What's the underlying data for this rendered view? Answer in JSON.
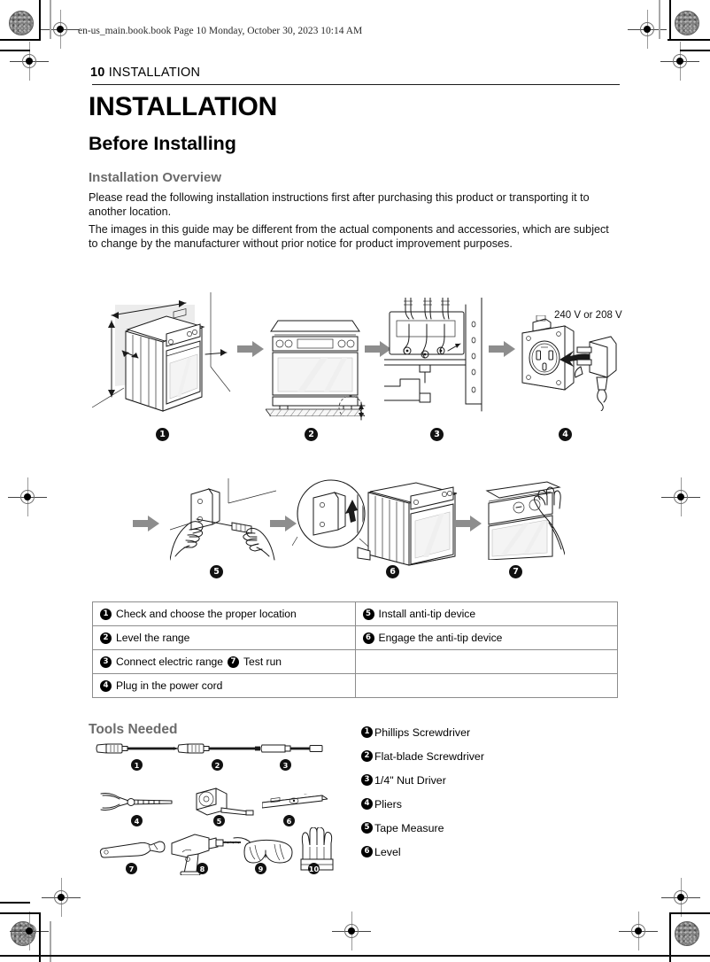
{
  "print_marks": {
    "file_stamp": "en-us_main.book.book  Page 10  Monday, October 30, 2023  10:14 AM"
  },
  "running_head": {
    "page_number": "10",
    "section": "INSTALLATION"
  },
  "headings": {
    "h1": "INSTALLATION",
    "h2": "Before Installing",
    "h3": "Installation Overview"
  },
  "paragraphs": {
    "p1": "Please read the following installation instructions first after purchasing this product or transporting it to another location.",
    "p2": "The images in this guide may be different from the actual components and accessories, which are subject to change by the manufacturer without prior notice for product improvement purposes."
  },
  "figures": {
    "row1": [
      {
        "number": "1",
        "caption": "range-in-cutout-dimensions"
      },
      {
        "number": "2",
        "caption": "level-the-range"
      },
      {
        "number": "3",
        "caption": "terminal-block-wiring"
      },
      {
        "number": "4",
        "caption": "outlet-and-plug"
      }
    ],
    "row2": [
      {
        "number": "5",
        "caption": "install-anti-tip-bracket"
      },
      {
        "number": "6",
        "caption": "engage-anti-tip-device"
      },
      {
        "number": "7",
        "caption": "test-run-control-knob"
      }
    ],
    "voltage_label": "240 V or 208 V"
  },
  "steps_table": {
    "rows": [
      {
        "left_num": "1",
        "left": "Check and choose the proper location",
        "right_num": "5",
        "right": "Install anti-tip device"
      },
      {
        "left_num": "2",
        "left": "Level the range",
        "right_num": "6",
        "right": "Engage the anti-tip device"
      },
      {
        "left_num": "3",
        "left": "Connect electric range",
        "left_num2": "7",
        "left2": "Test run",
        "right_num": "",
        "right": ""
      },
      {
        "left_num": "4",
        "left": "Plug in the power cord",
        "right_num": "",
        "right": ""
      }
    ]
  },
  "tools": {
    "title": "Tools Needed",
    "icons": [
      {
        "number": "1",
        "name": "phillips-screwdriver"
      },
      {
        "number": "2",
        "name": "flat-blade-screwdriver"
      },
      {
        "number": "3",
        "name": "nut-driver"
      },
      {
        "number": "4",
        "name": "pliers"
      },
      {
        "number": "5",
        "name": "tape-measure"
      },
      {
        "number": "6",
        "name": "level"
      },
      {
        "number": "7",
        "name": "wrench"
      },
      {
        "number": "8",
        "name": "drill"
      },
      {
        "number": "9",
        "name": "safety-glasses"
      },
      {
        "number": "10",
        "name": "gloves"
      }
    ],
    "list": [
      {
        "number": "1",
        "label": "Phillips Screwdriver"
      },
      {
        "number": "2",
        "label": "Flat-blade Screwdriver"
      },
      {
        "number": "3",
        "label": "1/4\" Nut Driver"
      },
      {
        "number": "4",
        "label": "Pliers"
      },
      {
        "number": "5",
        "label": "Tape Measure"
      },
      {
        "number": "6",
        "label": "Level"
      }
    ]
  },
  "colors": {
    "text": "#111111",
    "heading_gray": "#6b6b6b",
    "rule": "#1a1a1a",
    "arrow_gray": "#8d8d8d",
    "table_border": "#8d8d8d"
  }
}
